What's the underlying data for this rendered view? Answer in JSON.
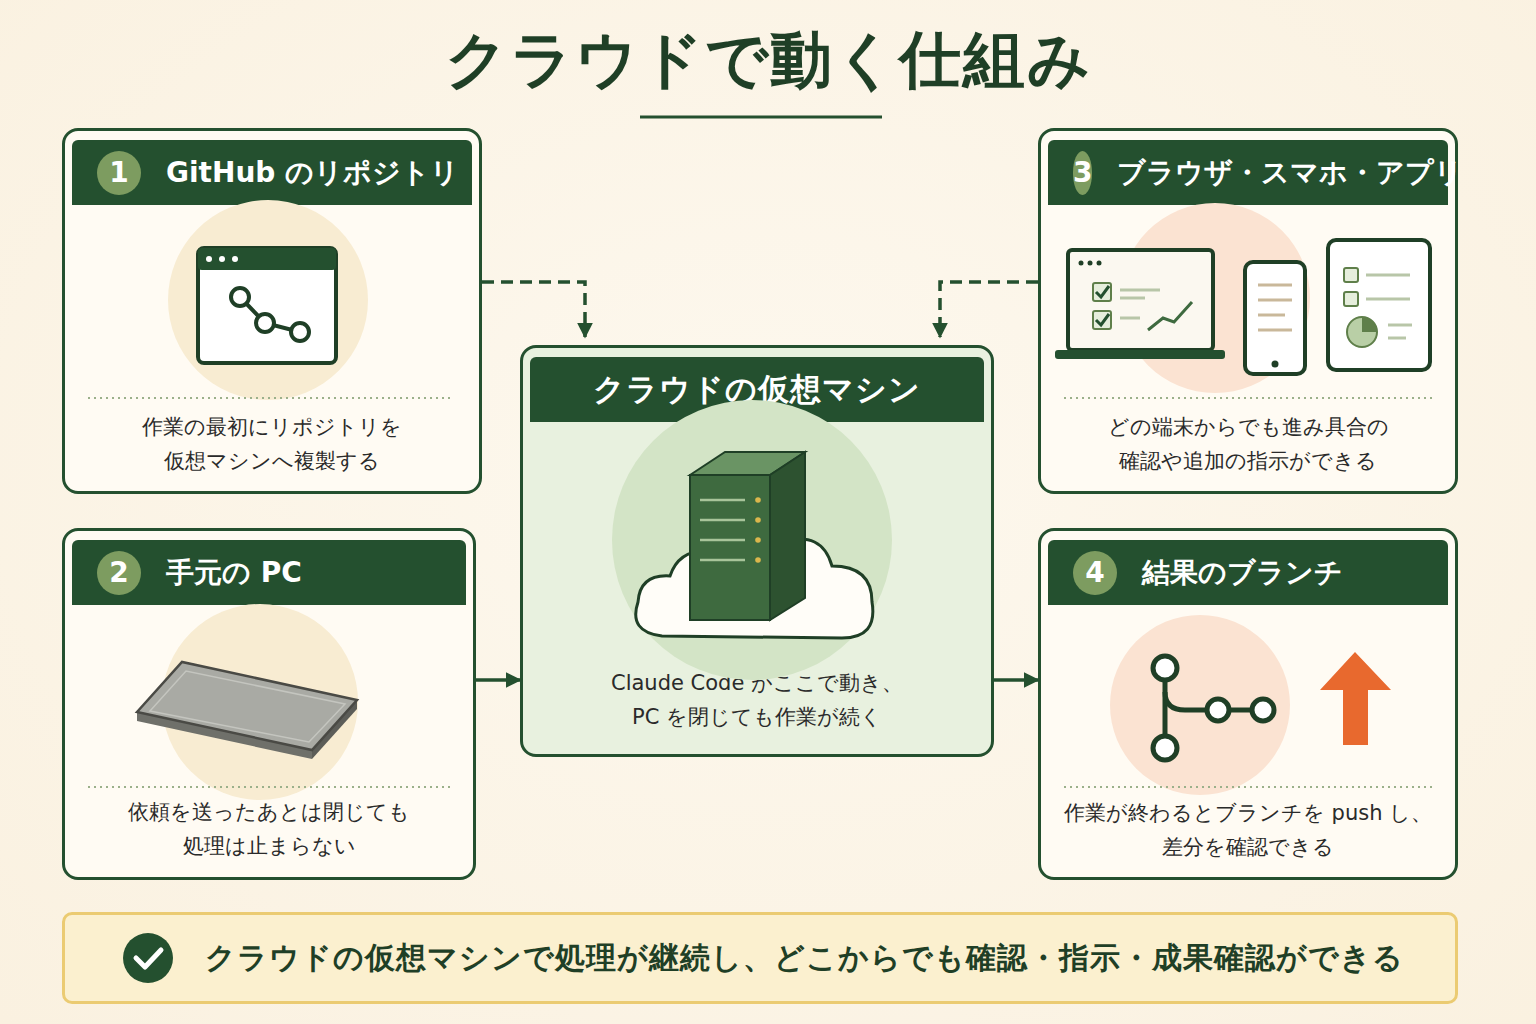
{
  "diagram": {
    "title": "クラウドで動く仕組み",
    "nodes": [
      {
        "text": [
          "1",
          "GitHub のリポジトリ",
          "作業の最初にリポジトリを 仮想マシンへ複製する"
        ]
      },
      {
        "text": [
          "2",
          "手元の PC",
          "依頼を送ったあとは閉じても 処理は止まらない"
        ]
      },
      {
        "text": [
          "クラウドの仮想マシン",
          "Claude Code がここで動き、 PC を閉じても作業が続く"
        ]
      },
      {
        "text": [
          "3",
          "ブラウザ・スマホ・アプリ",
          "どの端末からでも進み具合の 確認や追加の指示ができる"
        ]
      },
      {
        "text": [
          "4",
          "結果のブランチ",
          "作業が終わるとブランチを push し、 差分を確認できる"
        ]
      },
      {
        "text": [
          "クラウドの仮想マシンで処理が継続し、どこからでも確認・指示・成果確認ができる"
        ]
      }
    ],
    "edges": [
      {
        "from": 0,
        "to": 2,
        "arrow": "to"
      },
      {
        "from": 3,
        "to": 2,
        "arrow": "to"
      },
      {
        "from": 1,
        "to": 2,
        "arrow": "to"
      },
      {
        "from": 2,
        "to": 4,
        "arrow": "to"
      }
    ]
  }
}
